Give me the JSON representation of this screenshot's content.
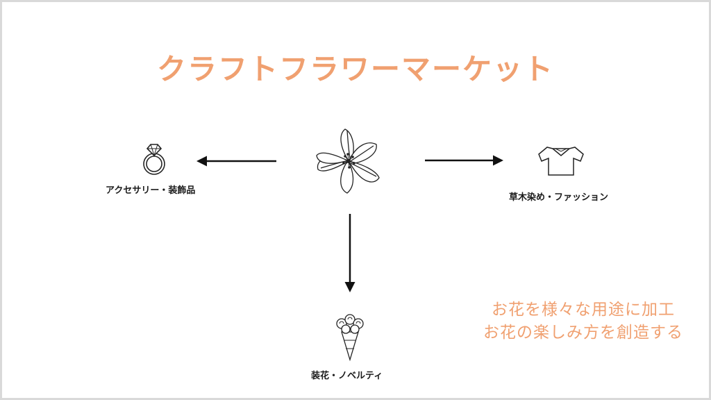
{
  "slide": {
    "title": "クラフトフラワーマーケット",
    "center_icon": "flower-icon",
    "branches": [
      {
        "label": "アクセサリー・装飾品",
        "icon": "ring-icon"
      },
      {
        "label": "草木染め・ファッション",
        "icon": "shirt-icon"
      },
      {
        "label": "装花・ノベルティ",
        "icon": "bouquet-icon"
      }
    ],
    "tagline": [
      "お花を様々な用途に加工",
      "お花の楽しみ方を創造する"
    ]
  },
  "colors": {
    "accent": "#f0a070",
    "text": "#1a1a1a",
    "frame": "#d9d9d9"
  }
}
